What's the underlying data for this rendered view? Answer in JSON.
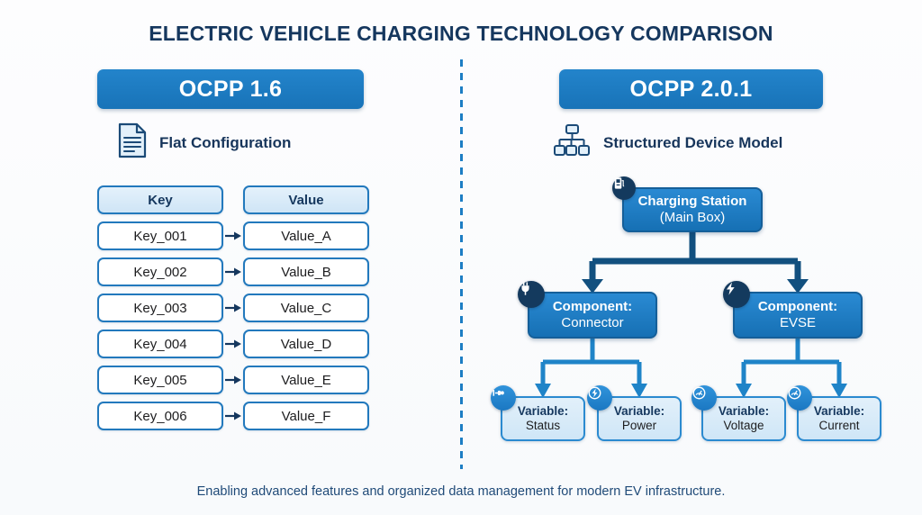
{
  "title": "ELECTRIC VEHICLE CHARGING TECHNOLOGY COMPARISON",
  "footer": "Enabling advanced features and organized data management for modern EV infrastructure.",
  "colors": {
    "title_navy": "#15375e",
    "banner_blue": "#1b78c2",
    "node_blue": "#1670b4",
    "badge_dark": "#143a5e",
    "variable_fill": "#d8ecf9",
    "connector_dark": "#12507f",
    "connector_light": "#1f84c8",
    "divider_blue": "#1d7ec4"
  },
  "left_panel": {
    "banner_label": "OCPP 1.6",
    "subtitle_icon": "document-icon",
    "subtitle_label": "Flat Configuration",
    "table": {
      "headers": [
        "Key",
        "Value"
      ],
      "rows": [
        {
          "key": "Key_001",
          "value": "Value_A"
        },
        {
          "key": "Key_002",
          "value": "Value_B"
        },
        {
          "key": "Key_003",
          "value": "Value_C"
        },
        {
          "key": "Key_004",
          "value": "Value_D"
        },
        {
          "key": "Key_005",
          "value": "Value_E"
        },
        {
          "key": "Key_006",
          "value": "Value_F"
        }
      ]
    }
  },
  "right_panel": {
    "banner_label": "OCPP 2.0.1",
    "subtitle_icon": "sitemap-icon",
    "subtitle_label": "Structured Device Model",
    "tree": {
      "root": {
        "line1": "Charging Station",
        "line2": "(Main Box)",
        "icon": "charging-station-icon"
      },
      "components": [
        {
          "line1": "Component:",
          "line2": "Connector",
          "icon": "plug-icon"
        },
        {
          "line1": "Component:",
          "line2": "EVSE",
          "icon": "bolt-icon"
        }
      ],
      "variables": [
        {
          "line1": "Variable:",
          "line2": "Status",
          "icon": "connector-status-icon"
        },
        {
          "line1": "Variable:",
          "line2": "Power",
          "icon": "bolt-circle-icon"
        },
        {
          "line1": "Variable:",
          "line2": "Voltage",
          "icon": "gauge-icon"
        },
        {
          "line1": "Variable:",
          "line2": "Current",
          "icon": "gauge-icon"
        }
      ]
    }
  }
}
